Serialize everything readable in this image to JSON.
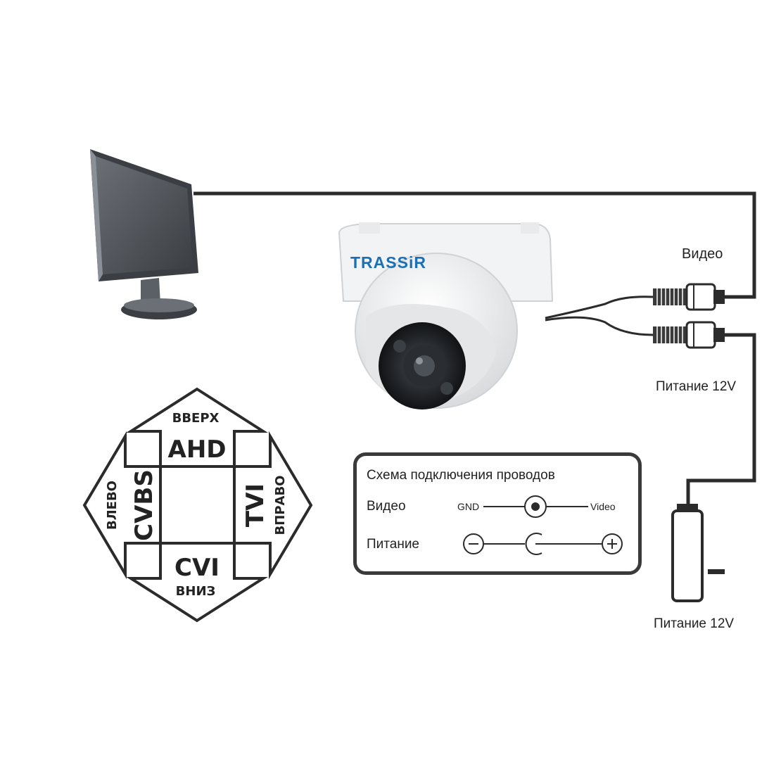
{
  "connections": {
    "video_label": "Видео",
    "power_label_top": "Питание 12V",
    "power_label_bottom": "Питание 12V"
  },
  "camera": {
    "brand": "TRASSiR",
    "brand_colors": {
      "primary": "#1b6fb5",
      "accent": "#e03a2f"
    }
  },
  "wiring_scheme": {
    "title": "Схема подключения проводов",
    "video_row": {
      "label": "Видео",
      "left_terminal": "GND",
      "right_terminal": "Video"
    },
    "power_row": {
      "label": "Питание",
      "left_symbol": "−",
      "right_symbol": "+"
    }
  },
  "mode_selector": {
    "up": {
      "direction": "ВВЕРХ",
      "mode": "AHD"
    },
    "down": {
      "direction": "ВНИЗ",
      "mode": "CVI"
    },
    "left": {
      "direction": "ВЛЕВО",
      "mode": "CVBS"
    },
    "right": {
      "direction": "ВПРАВО",
      "mode": "TVI"
    }
  },
  "power_supply": {
    "polarity_symbol": "−"
  },
  "colors": {
    "wire": "#2b2b2b",
    "outline": "#2b2b2b",
    "text": "#222222"
  }
}
